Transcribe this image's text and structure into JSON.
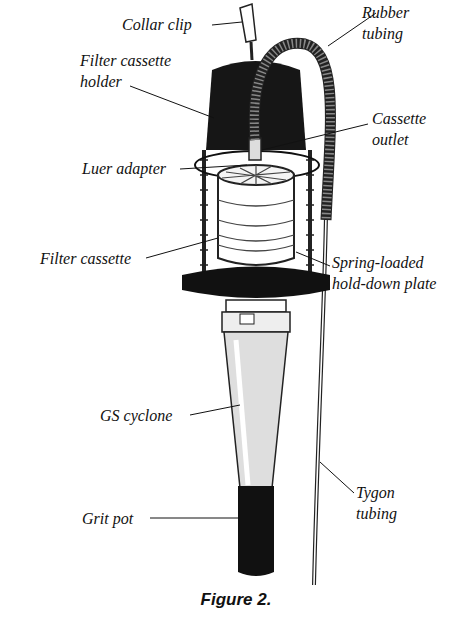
{
  "diagram": {
    "caption": "Figure 2.",
    "labels": [
      "Collar clip",
      "Rubber tubing",
      "Filter cassette holder",
      "Cassette outlet",
      "Luer adapter",
      "Filter cassette",
      "Spring-loaded hold-down plate",
      "GS cyclone",
      "Tygon tubing",
      "Grit pot"
    ]
  }
}
